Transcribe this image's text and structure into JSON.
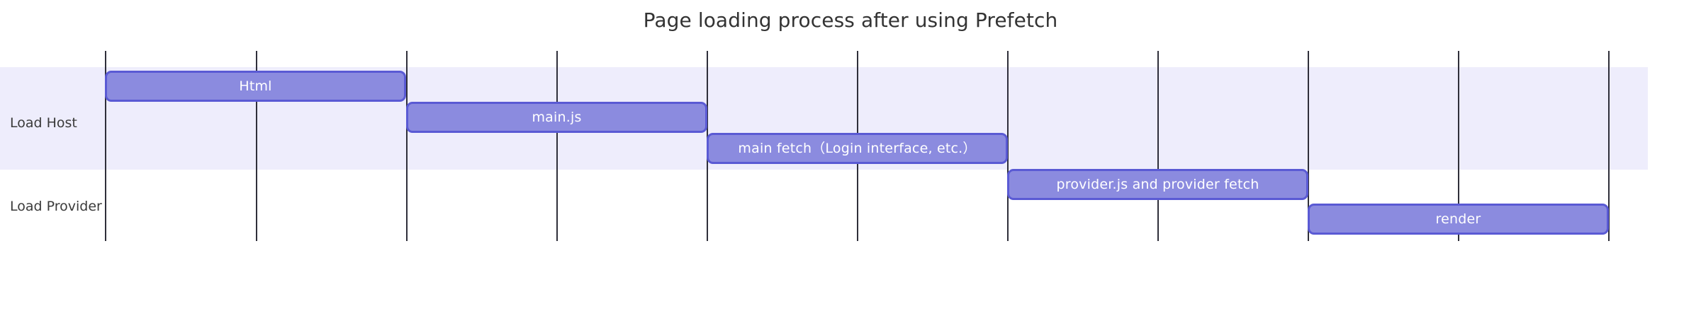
{
  "chart_data": {
    "type": "bar",
    "subtype": "gantt-timeline",
    "title": "Page loading process after using Prefetch",
    "xlabel": "",
    "ylabel": "",
    "grid": true,
    "legend": false,
    "categories": [
      "Load Host",
      "Load Provider"
    ],
    "axis": {
      "x_range": [
        0,
        10
      ],
      "gridline_positions": [
        0,
        1,
        2,
        3,
        4,
        5,
        6,
        7,
        8,
        9,
        10
      ],
      "tick_labels": []
    },
    "colors": {
      "bar_fill": "#8b8bdf",
      "bar_border": "#5a5ad4",
      "bar_label": "#ffffff",
      "band_background": "#eeedfc",
      "gridline": "#2f2f3a",
      "title_text": "#333333",
      "category_text": "#3a3a3a",
      "page_background": "#ffffff"
    },
    "tasks": [
      {
        "label": "Html",
        "category": "Load Host",
        "start": 0,
        "end": 2,
        "lane": 0
      },
      {
        "label": "main.js",
        "category": "Load Host",
        "start": 2,
        "end": 4,
        "lane": 1
      },
      {
        "label": "main fetch（Login interface, etc.）",
        "category": "Load Host",
        "start": 4,
        "end": 6,
        "lane": 2
      },
      {
        "label": "provider.js and provider fetch",
        "category": "Load Provider",
        "start": 6,
        "end": 8,
        "lane": 3
      },
      {
        "label": "render",
        "category": "Load Provider",
        "start": 8,
        "end": 10,
        "lane": 4
      }
    ]
  },
  "title": {
    "text": "Page loading process after using Prefetch"
  },
  "categories": [
    {
      "name": "Load Host"
    },
    {
      "name": "Load Provider"
    }
  ],
  "bars": [
    {
      "label": "Html"
    },
    {
      "label": "main.js"
    },
    {
      "label": "main fetch（Login interface, etc.）"
    },
    {
      "label": "provider.js and provider fetch"
    },
    {
      "label": "render"
    }
  ]
}
